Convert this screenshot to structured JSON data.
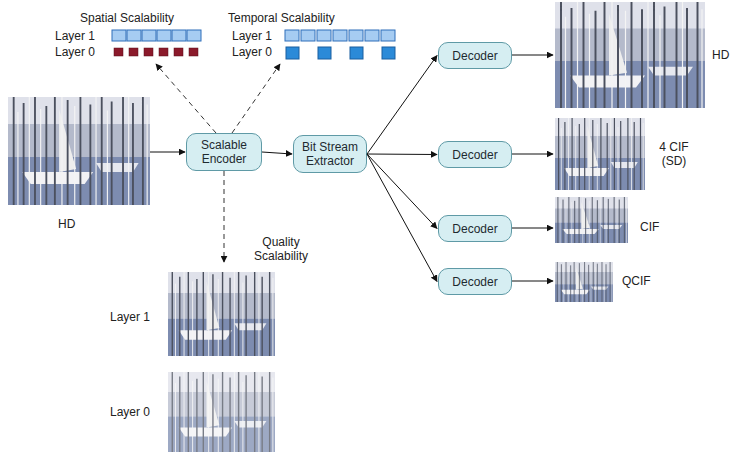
{
  "diagram": {
    "nodes": [
      {
        "text": [
          "Scalable Encoder"
        ]
      },
      {
        "text": [
          "Bit Stream Extractor"
        ]
      },
      {
        "text": [
          "Decoder"
        ]
      },
      {
        "text": [
          "Decoder"
        ]
      },
      {
        "text": [
          "Decoder"
        ]
      },
      {
        "text": [
          "Decoder"
        ]
      }
    ],
    "edges": [
      {
        "from": 0,
        "to": 1,
        "arrow": "to"
      },
      {
        "from": 1,
        "to": 2,
        "arrow": "to"
      },
      {
        "from": 1,
        "to": 3,
        "arrow": "to"
      },
      {
        "from": 1,
        "to": 4,
        "arrow": "to"
      },
      {
        "from": 1,
        "to": 5,
        "arrow": "to"
      }
    ],
    "labels": [
      "Spatial Scalability",
      "Temporal Scalability",
      "Layer 1",
      "Layer 0",
      "Layer 1",
      "Layer 0",
      "HD",
      "4 CIF (SD)",
      "HD",
      "CIF",
      "QCIF",
      "Quality Scalability",
      "Layer 1",
      "Layer 0"
    ]
  }
}
